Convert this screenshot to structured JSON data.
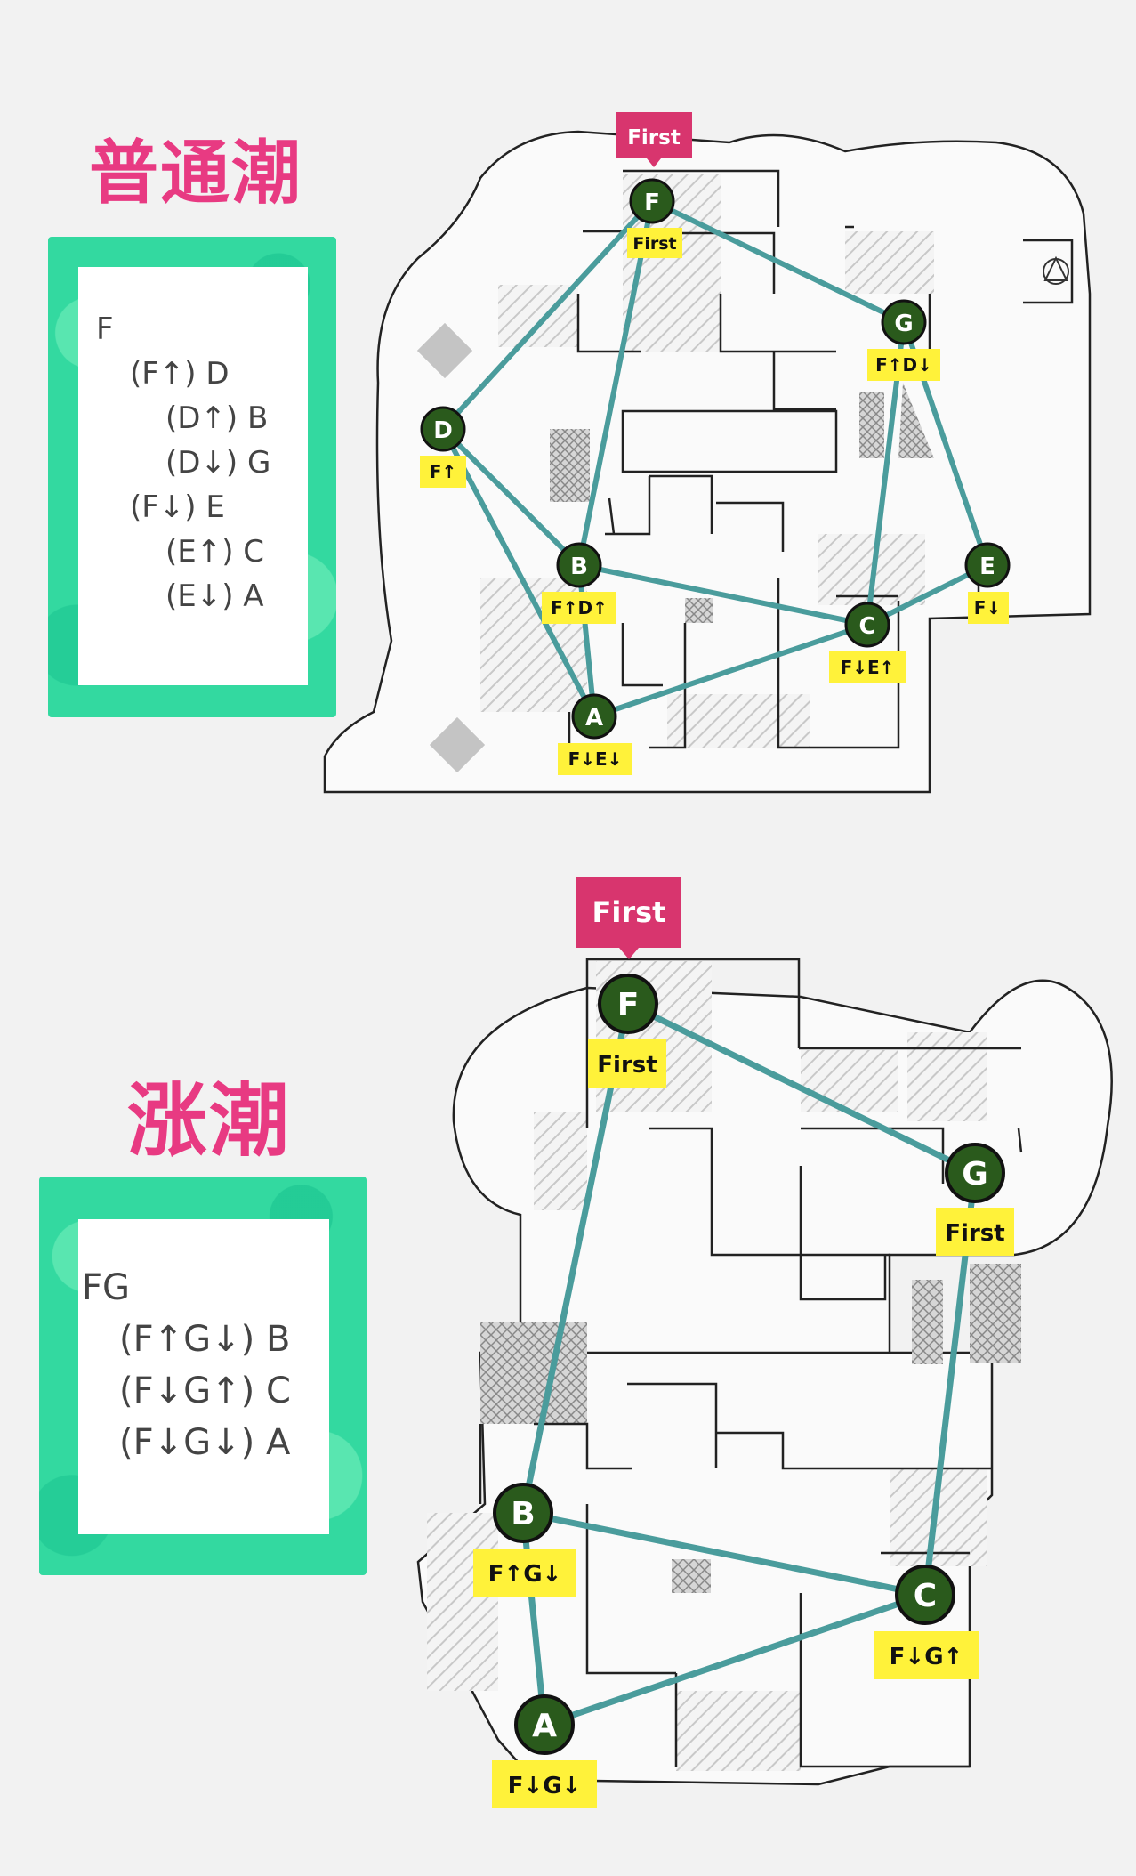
{
  "normal_tide": {
    "title": "普通潮",
    "tree": [
      "F",
      "(F↑) D",
      "(D↑) B",
      "(D↓) G",
      "(F↓) E",
      "(E↑) C",
      "(E↓) A"
    ],
    "first_banner": "First",
    "nodes": [
      {
        "id": "F",
        "tag": "First"
      },
      {
        "id": "G",
        "tag": "F↑D↓"
      },
      {
        "id": "D",
        "tag": "F↑"
      },
      {
        "id": "B",
        "tag": "F↑D↑"
      },
      {
        "id": "E",
        "tag": "F↓"
      },
      {
        "id": "C",
        "tag": "F↓E↑"
      },
      {
        "id": "A",
        "tag": "F↓E↓"
      }
    ]
  },
  "high_tide": {
    "title": "涨潮",
    "tree": [
      "FG",
      "(F↑G↓) B",
      "(F↓G↑) C",
      "(F↓G↓) A"
    ],
    "first_banner": "First",
    "nodes": [
      {
        "id": "F",
        "tag": "First"
      },
      {
        "id": "G",
        "tag": "First"
      },
      {
        "id": "B",
        "tag": "F↑G↓"
      },
      {
        "id": "C",
        "tag": "F↓G↑"
      },
      {
        "id": "A",
        "tag": "F↓G↓"
      }
    ]
  },
  "colors": {
    "title_pink": "#e83a82",
    "panel_green": "#33d9a0",
    "node_green": "#2a5a1c",
    "route_teal": "#4a9c9c",
    "tag_yellow": "#fff23a",
    "banner": "#d8356e"
  }
}
